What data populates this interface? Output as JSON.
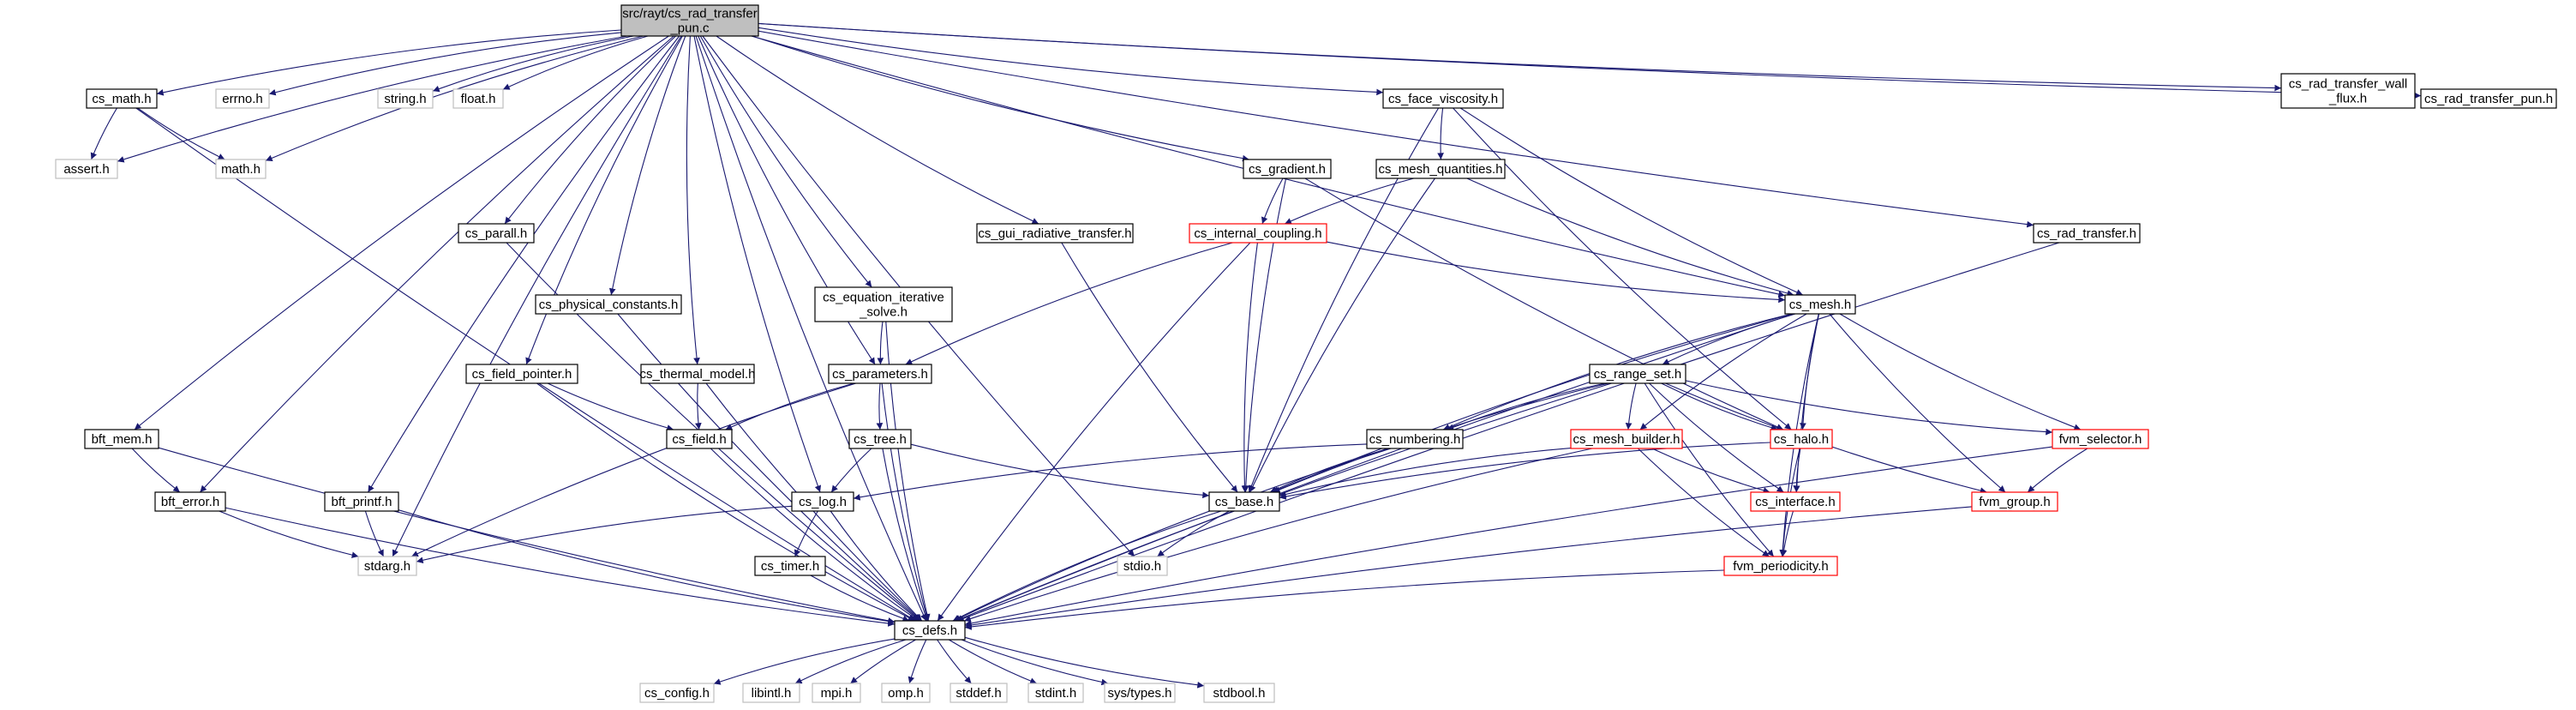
{
  "diagram": {
    "root": "src/rayt/cs_rad_transfer_pun.c",
    "nodes": {
      "root": {
        "lines": [
          "src/rayt/cs_rad_transfer",
          "_pun.c"
        ],
        "style": "root"
      },
      "cs_math_h": {
        "lines": [
          "cs_math.h"
        ],
        "style": "normal"
      },
      "errno_h": {
        "lines": [
          "errno.h"
        ],
        "style": "external"
      },
      "string_h": {
        "lines": [
          "string.h"
        ],
        "style": "external"
      },
      "float_h": {
        "lines": [
          "float.h"
        ],
        "style": "external"
      },
      "assert_h": {
        "lines": [
          "assert.h"
        ],
        "style": "external"
      },
      "math_h": {
        "lines": [
          "math.h"
        ],
        "style": "external"
      },
      "cs_face_viscosity_h": {
        "lines": [
          "cs_face_viscosity.h"
        ],
        "style": "normal"
      },
      "cs_rad_transfer_wall_flux_h": {
        "lines": [
          "cs_rad_transfer_wall",
          "_flux.h"
        ],
        "style": "normal"
      },
      "cs_rad_transfer_pun_h": {
        "lines": [
          "cs_rad_transfer_pun.h"
        ],
        "style": "normal"
      },
      "cs_gradient_h": {
        "lines": [
          "cs_gradient.h"
        ],
        "style": "normal"
      },
      "cs_mesh_quantities_h": {
        "lines": [
          "cs_mesh_quantities.h"
        ],
        "style": "normal"
      },
      "cs_parall_h": {
        "lines": [
          "cs_parall.h"
        ],
        "style": "normal"
      },
      "cs_gui_radiative_transfer_h": {
        "lines": [
          "cs_gui_radiative_transfer.h"
        ],
        "style": "normal"
      },
      "cs_internal_coupling_h": {
        "lines": [
          "cs_internal_coupling.h"
        ],
        "style": "incomplete"
      },
      "cs_rad_transfer_h": {
        "lines": [
          "cs_rad_transfer.h"
        ],
        "style": "normal"
      },
      "cs_physical_constants_h": {
        "lines": [
          "cs_physical_constants.h"
        ],
        "style": "normal"
      },
      "cs_equation_iterative_solve_h": {
        "lines": [
          "cs_equation_iterative",
          "_solve.h"
        ],
        "style": "normal"
      },
      "cs_mesh_h": {
        "lines": [
          "cs_mesh.h"
        ],
        "style": "normal"
      },
      "cs_field_pointer_h": {
        "lines": [
          "cs_field_pointer.h"
        ],
        "style": "normal"
      },
      "cs_thermal_model_h": {
        "lines": [
          "cs_thermal_model.h"
        ],
        "style": "normal"
      },
      "cs_parameters_h": {
        "lines": [
          "cs_parameters.h"
        ],
        "style": "normal"
      },
      "cs_range_set_h": {
        "lines": [
          "cs_range_set.h"
        ],
        "style": "normal"
      },
      "cs_field_h": {
        "lines": [
          "cs_field.h"
        ],
        "style": "normal"
      },
      "bft_mem_h": {
        "lines": [
          "bft_mem.h"
        ],
        "style": "normal"
      },
      "cs_tree_h": {
        "lines": [
          "cs_tree.h"
        ],
        "style": "normal"
      },
      "cs_numbering_h": {
        "lines": [
          "cs_numbering.h"
        ],
        "style": "normal"
      },
      "cs_mesh_builder_h": {
        "lines": [
          "cs_mesh_builder.h"
        ],
        "style": "incomplete"
      },
      "cs_halo_h": {
        "lines": [
          "cs_halo.h"
        ],
        "style": "incomplete"
      },
      "fvm_selector_h": {
        "lines": [
          "fvm_selector.h"
        ],
        "style": "incomplete"
      },
      "bft_error_h": {
        "lines": [
          "bft_error.h"
        ],
        "style": "normal"
      },
      "bft_printf_h": {
        "lines": [
          "bft_printf.h"
        ],
        "style": "normal"
      },
      "cs_log_h": {
        "lines": [
          "cs_log.h"
        ],
        "style": "normal"
      },
      "cs_base_h": {
        "lines": [
          "cs_base.h"
        ],
        "style": "normal"
      },
      "cs_interface_h": {
        "lines": [
          "cs_interface.h"
        ],
        "style": "incomplete"
      },
      "fvm_group_h": {
        "lines": [
          "fvm_group.h"
        ],
        "style": "incomplete"
      },
      "stdarg_h": {
        "lines": [
          "stdarg.h"
        ],
        "style": "external"
      },
      "stdio_h": {
        "lines": [
          "stdio.h"
        ],
        "style": "external"
      },
      "cs_timer_h": {
        "lines": [
          "cs_timer.h"
        ],
        "style": "normal"
      },
      "fvm_periodicity_h": {
        "lines": [
          "fvm_periodicity.h"
        ],
        "style": "incomplete"
      },
      "cs_defs_h": {
        "lines": [
          "cs_defs.h"
        ],
        "style": "normal"
      },
      "cs_config_h": {
        "lines": [
          "cs_config.h"
        ],
        "style": "external"
      },
      "libintl_h": {
        "lines": [
          "libintl.h"
        ],
        "style": "external"
      },
      "mpi_h": {
        "lines": [
          "mpi.h"
        ],
        "style": "external"
      },
      "omp_h": {
        "lines": [
          "omp.h"
        ],
        "style": "external"
      },
      "stddef_h": {
        "lines": [
          "stddef.h"
        ],
        "style": "external"
      },
      "stdint_h": {
        "lines": [
          "stdint.h"
        ],
        "style": "external"
      },
      "sys_types_h": {
        "lines": [
          "sys/types.h"
        ],
        "style": "external"
      },
      "stdbool_h": {
        "lines": [
          "stdbool.h"
        ],
        "style": "external"
      }
    },
    "edges": [
      [
        "root",
        "cs_math_h"
      ],
      [
        "root",
        "errno_h"
      ],
      [
        "root",
        "string_h"
      ],
      [
        "root",
        "float_h"
      ],
      [
        "root",
        "assert_h"
      ],
      [
        "root",
        "math_h"
      ],
      [
        "root",
        "cs_face_viscosity_h"
      ],
      [
        "root",
        "cs_rad_transfer_wall_flux_h"
      ],
      [
        "root",
        "cs_rad_transfer_pun_h"
      ],
      [
        "root",
        "cs_gradient_h"
      ],
      [
        "root",
        "cs_parall_h"
      ],
      [
        "root",
        "cs_gui_radiative_transfer_h"
      ],
      [
        "root",
        "cs_rad_transfer_h"
      ],
      [
        "root",
        "cs_physical_constants_h"
      ],
      [
        "root",
        "cs_equation_iterative_solve_h"
      ],
      [
        "root",
        "cs_mesh_h"
      ],
      [
        "root",
        "cs_field_pointer_h"
      ],
      [
        "root",
        "cs_thermal_model_h"
      ],
      [
        "root",
        "cs_parameters_h"
      ],
      [
        "root",
        "bft_mem_h"
      ],
      [
        "root",
        "bft_error_h"
      ],
      [
        "root",
        "bft_printf_h"
      ],
      [
        "root",
        "cs_log_h"
      ],
      [
        "root",
        "stdarg_h"
      ],
      [
        "root",
        "stdio_h"
      ],
      [
        "root",
        "cs_defs_h"
      ],
      [
        "cs_math_h",
        "assert_h"
      ],
      [
        "cs_math_h",
        "math_h"
      ],
      [
        "cs_math_h",
        "cs_defs_h"
      ],
      [
        "cs_face_viscosity_h",
        "cs_mesh_quantities_h"
      ],
      [
        "cs_face_viscosity_h",
        "cs_mesh_h"
      ],
      [
        "cs_face_viscosity_h",
        "cs_base_h"
      ],
      [
        "cs_face_viscosity_h",
        "cs_halo_h"
      ],
      [
        "cs_gradient_h",
        "cs_internal_coupling_h"
      ],
      [
        "cs_gradient_h",
        "cs_base_h"
      ],
      [
        "cs_gradient_h",
        "cs_halo_h"
      ],
      [
        "cs_mesh_quantities_h",
        "cs_internal_coupling_h"
      ],
      [
        "cs_mesh_quantities_h",
        "cs_mesh_h"
      ],
      [
        "cs_mesh_quantities_h",
        "cs_base_h"
      ],
      [
        "cs_parall_h",
        "cs_defs_h"
      ],
      [
        "cs_gui_radiative_transfer_h",
        "cs_base_h"
      ],
      [
        "cs_internal_coupling_h",
        "cs_mesh_h"
      ],
      [
        "cs_internal_coupling_h",
        "cs_parameters_h"
      ],
      [
        "cs_internal_coupling_h",
        "cs_base_h"
      ],
      [
        "cs_internal_coupling_h",
        "cs_defs_h"
      ],
      [
        "cs_rad_transfer_h",
        "cs_defs_h"
      ],
      [
        "cs_physical_constants_h",
        "cs_defs_h"
      ],
      [
        "cs_equation_iterative_solve_h",
        "cs_parameters_h"
      ],
      [
        "cs_equation_iterative_solve_h",
        "cs_defs_h"
      ],
      [
        "cs_mesh_h",
        "cs_range_set_h"
      ],
      [
        "cs_mesh_h",
        "cs_numbering_h"
      ],
      [
        "cs_mesh_h",
        "cs_mesh_builder_h"
      ],
      [
        "cs_mesh_h",
        "cs_halo_h"
      ],
      [
        "cs_mesh_h",
        "cs_interface_h"
      ],
      [
        "cs_mesh_h",
        "fvm_selector_h"
      ],
      [
        "cs_mesh_h",
        "fvm_group_h"
      ],
      [
        "cs_mesh_h",
        "fvm_periodicity_h"
      ],
      [
        "cs_mesh_h",
        "cs_base_h"
      ],
      [
        "cs_mesh_h",
        "cs_defs_h"
      ],
      [
        "cs_field_pointer_h",
        "cs_field_h"
      ],
      [
        "cs_field_pointer_h",
        "cs_defs_h"
      ],
      [
        "cs_thermal_model_h",
        "cs_field_h"
      ],
      [
        "cs_thermal_model_h",
        "cs_defs_h"
      ],
      [
        "cs_parameters_h",
        "cs_field_h"
      ],
      [
        "cs_parameters_h",
        "cs_tree_h"
      ],
      [
        "cs_parameters_h",
        "stdarg_h"
      ],
      [
        "cs_parameters_h",
        "cs_defs_h"
      ],
      [
        "cs_range_set_h",
        "cs_numbering_h"
      ],
      [
        "cs_range_set_h",
        "cs_mesh_builder_h"
      ],
      [
        "cs_range_set_h",
        "cs_halo_h"
      ],
      [
        "cs_range_set_h",
        "cs_interface_h"
      ],
      [
        "cs_range_set_h",
        "fvm_selector_h"
      ],
      [
        "cs_range_set_h",
        "fvm_group_h"
      ],
      [
        "cs_range_set_h",
        "fvm_periodicity_h"
      ],
      [
        "cs_range_set_h",
        "cs_base_h"
      ],
      [
        "cs_range_set_h",
        "cs_defs_h"
      ],
      [
        "cs_field_h",
        "cs_defs_h"
      ],
      [
        "bft_mem_h",
        "bft_error_h"
      ],
      [
        "bft_mem_h",
        "cs_defs_h"
      ],
      [
        "cs_tree_h",
        "cs_log_h"
      ],
      [
        "cs_tree_h",
        "cs_base_h"
      ],
      [
        "cs_tree_h",
        "cs_defs_h"
      ],
      [
        "cs_numbering_h",
        "cs_log_h"
      ],
      [
        "cs_numbering_h",
        "cs_base_h"
      ],
      [
        "cs_numbering_h",
        "cs_defs_h"
      ],
      [
        "cs_mesh_builder_h",
        "cs_interface_h"
      ],
      [
        "cs_mesh_builder_h",
        "fvm_periodicity_h"
      ],
      [
        "cs_mesh_builder_h",
        "cs_base_h"
      ],
      [
        "cs_mesh_builder_h",
        "cs_defs_h"
      ],
      [
        "cs_halo_h",
        "cs_interface_h"
      ],
      [
        "cs_halo_h",
        "fvm_periodicity_h"
      ],
      [
        "cs_halo_h",
        "cs_base_h"
      ],
      [
        "fvm_selector_h",
        "fvm_group_h"
      ],
      [
        "fvm_selector_h",
        "cs_defs_h"
      ],
      [
        "bft_error_h",
        "stdarg_h"
      ],
      [
        "bft_error_h",
        "cs_defs_h"
      ],
      [
        "bft_printf_h",
        "stdarg_h"
      ],
      [
        "bft_printf_h",
        "cs_defs_h"
      ],
      [
        "cs_log_h",
        "stdarg_h"
      ],
      [
        "cs_log_h",
        "cs_timer_h"
      ],
      [
        "cs_log_h",
        "cs_defs_h"
      ],
      [
        "cs_base_h",
        "stdio_h"
      ],
      [
        "cs_base_h",
        "cs_defs_h"
      ],
      [
        "cs_interface_h",
        "fvm_periodicity_h"
      ],
      [
        "fvm_group_h",
        "cs_defs_h"
      ],
      [
        "cs_timer_h",
        "cs_defs_h"
      ],
      [
        "fvm_periodicity_h",
        "cs_defs_h"
      ],
      [
        "cs_defs_h",
        "cs_config_h"
      ],
      [
        "cs_defs_h",
        "libintl_h"
      ],
      [
        "cs_defs_h",
        "mpi_h"
      ],
      [
        "cs_defs_h",
        "omp_h"
      ],
      [
        "cs_defs_h",
        "stddef_h"
      ],
      [
        "cs_defs_h",
        "stdint_h"
      ],
      [
        "cs_defs_h",
        "sys_types_h"
      ],
      [
        "cs_defs_h",
        "stdbool_h"
      ]
    ],
    "colors": {
      "edge": "#191970",
      "node_border": "#000000",
      "external_border": "#bfbfbf",
      "incomplete_border": "#ff0000",
      "root_fill": "#bfbfbf",
      "node_fill": "#ffffff",
      "text": "#000000"
    }
  }
}
